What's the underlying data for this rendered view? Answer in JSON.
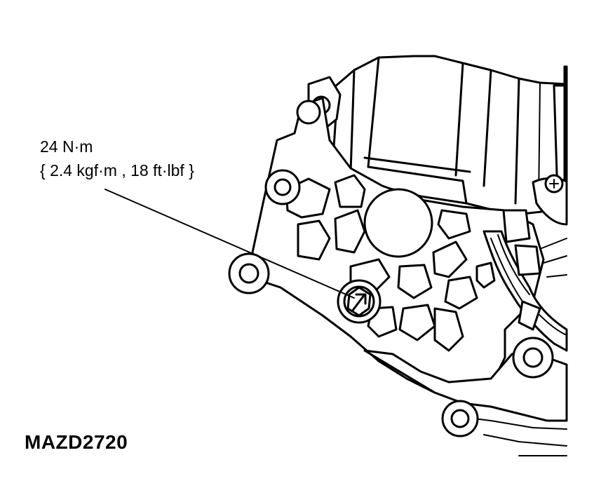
{
  "figure": {
    "torque_value": "24 N·m",
    "torque_conversion": "{ 2.4 kgf·m , 18 ft·lbf }",
    "figure_code": "MAZD2720"
  },
  "colors": {
    "ink": "#000000",
    "paper": "#ffffff"
  }
}
